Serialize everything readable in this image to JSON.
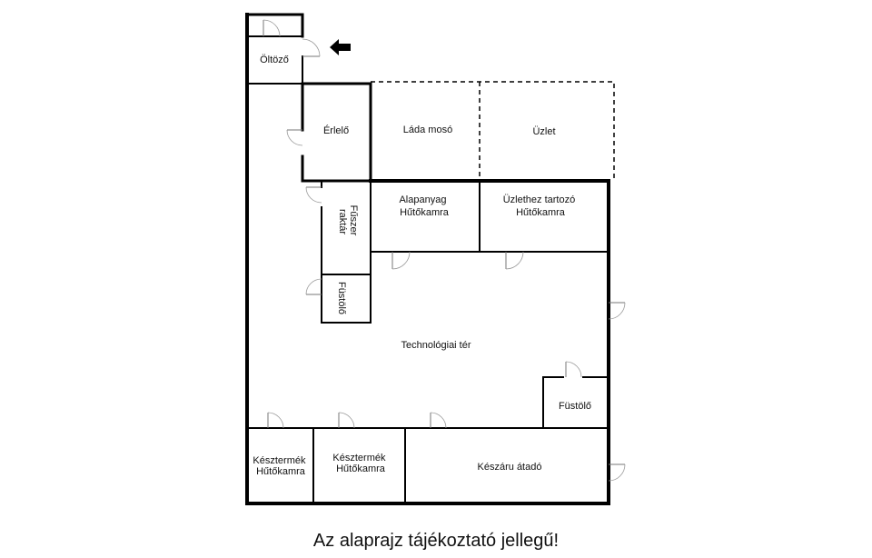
{
  "rooms": {
    "oltozo": "Öltöző",
    "erlelo": "Érlelő",
    "lada_moso": "Láda mosó",
    "uzlet": "Üzlet",
    "fuszer_raktar": [
      "Fűszer",
      "raktár"
    ],
    "alapanyag_hutokamra": [
      "Alapanyag",
      "Hűtőkamra"
    ],
    "uzlethez_hutokamra": [
      "Üzlethez tartozó",
      "Hűtőkamra"
    ],
    "fustolo_left": "Füstölő",
    "technologiai_ter": "Technológiai tér",
    "fustolo_right": "Füstölő",
    "keszt_hk_1": [
      "Késztermék",
      "Hűtőkamra"
    ],
    "keszt_hk_2": [
      "Késztermék",
      "Hűtőkamra"
    ],
    "keszaru_atado": "Készáru átadó"
  },
  "icons": {
    "entrance": "entrance-arrow-icon",
    "door": "door-swing-icon"
  },
  "caption": "Az alaprajz tájékoztató jellegű!"
}
